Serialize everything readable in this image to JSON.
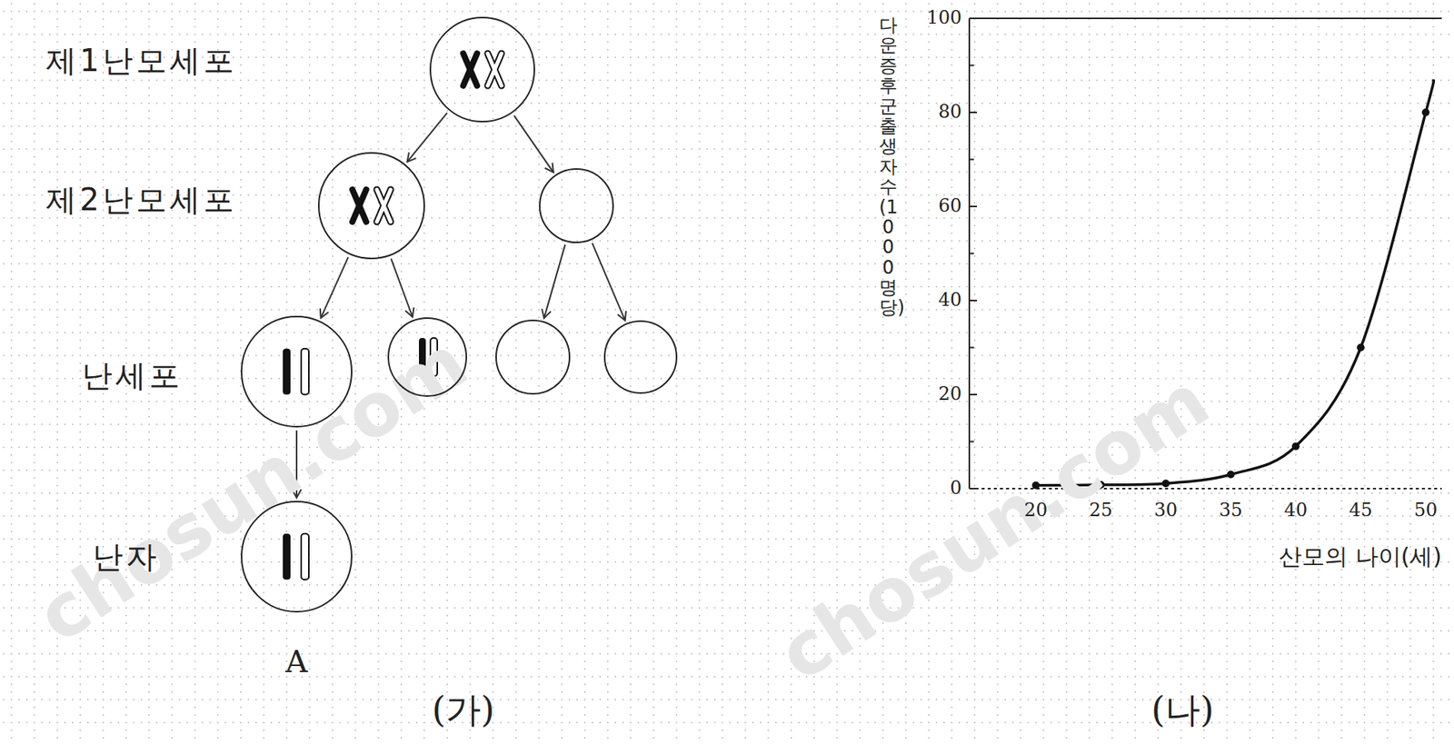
{
  "diagram": {
    "nodes": [
      {
        "text": []
      },
      {
        "text": []
      },
      {
        "text": []
      },
      {
        "text": []
      },
      {
        "text": []
      },
      {
        "text": []
      },
      {
        "text": []
      },
      {
        "text": [
          "A"
        ]
      }
    ],
    "edges": [
      {
        "from": 0,
        "to": 1,
        "arrow": "to"
      },
      {
        "from": 0,
        "to": 2,
        "arrow": "to"
      },
      {
        "from": 1,
        "to": 3,
        "arrow": "to"
      },
      {
        "from": 1,
        "to": 4,
        "arrow": "to"
      },
      {
        "from": 2,
        "to": 5,
        "arrow": "to"
      },
      {
        "from": 2,
        "to": 6,
        "arrow": "to"
      },
      {
        "from": 3,
        "to": 7,
        "arrow": "to"
      }
    ],
    "labels": [
      "제1난모세포",
      "제2난모세포",
      "난세포",
      "난자",
      "(가)",
      "100",
      "80",
      "60",
      "40",
      "20",
      "0",
      "20",
      "25",
      "30",
      "35",
      "40",
      "45",
      "50",
      "산모의 나이(세)",
      "다운 증후군 출생자수 (1000명당)",
      "(나)",
      "chosun.com",
      "chosun.com"
    ]
  }
}
